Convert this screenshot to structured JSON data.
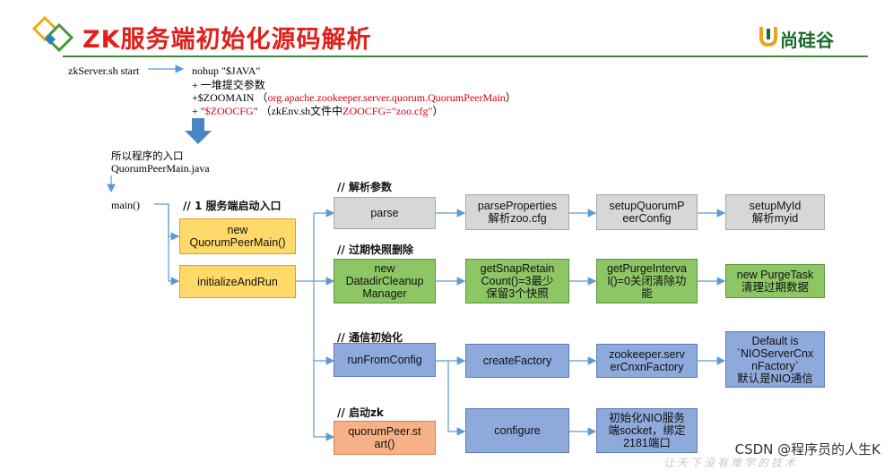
{
  "title": "ZK服务端初始化源码解析",
  "logo_text": "尚硅谷",
  "cmd": {
    "start": "zkServer.sh start",
    "line1": "nohup \"$JAVA\"",
    "line2": "+ 一堆提交参数",
    "line3_prefix": "+$ZOOMAIN （",
    "line3_red": "org.apache.zookeeper.server.quorum.QuorumPeerMain",
    "line3_suffix": "）",
    "line4_prefix": "+ \"",
    "line4_red": "$ZOOCFG",
    "line4_mid": "\" （zkEnv.sh文件中",
    "line4_red2": "ZOOCFG=\"zoo.cfg\"",
    "line4_suffix": "）"
  },
  "entry": {
    "text1": "所以程序的入口",
    "text2": "QuorumPeerMain.java",
    "main": "main()"
  },
  "section_labels": {
    "server_entry": "// 1 服务端启动入口",
    "parse_args": "// 解析参数",
    "purge": "// 过期快照删除",
    "comm_init": "// 通信初始化",
    "start_zk": "// 启动zk"
  },
  "boxes": {
    "new_qpm": "new\nQuorumPeerMain()",
    "init_run": "initializeAndRun",
    "parse": "parse",
    "parse_props": "parseProperties\n解析zoo.cfg",
    "setup_qpc": "setupQuorumP\neerConfig",
    "setup_myid": "setupMyId\n解析myid",
    "new_ddcm": "new\nDatadirCleanup\nManager",
    "get_snap": "getSnapRetain\nCount()=3最少\n保留3个快照",
    "get_purge": "getPurgeInterva\nl()=0关闭清除功\n能",
    "new_purge": "new PurgeTask\n清理过期数据",
    "run_from_config": "runFromConfig",
    "create_factory": "createFactory",
    "zk_factory": "zookeeper.serv\nerCnxnFactory",
    "default_is": "Default is\n`NIOServerCnx\nnFactory`\n默认是NIO通信",
    "configure": "configure",
    "init_nio": "初始化NIO服务\n端socket，绑定\n2181端口",
    "qp_start": "quorumPeer.st\nart()"
  },
  "watermark": "CSDN @程序员的人生K",
  "bottom_watermark": "让天下没有难学的技术",
  "colors": {
    "title_red": "#e0201b",
    "brand_green": "#1b6b2c",
    "connector_blue": "#5b9bd5",
    "gray_box": "#d7d7d7",
    "yellow_box": "#ffd96a",
    "green_box": "#8dc665",
    "blue_box": "#8ea9db",
    "orange_box": "#f7b187"
  }
}
